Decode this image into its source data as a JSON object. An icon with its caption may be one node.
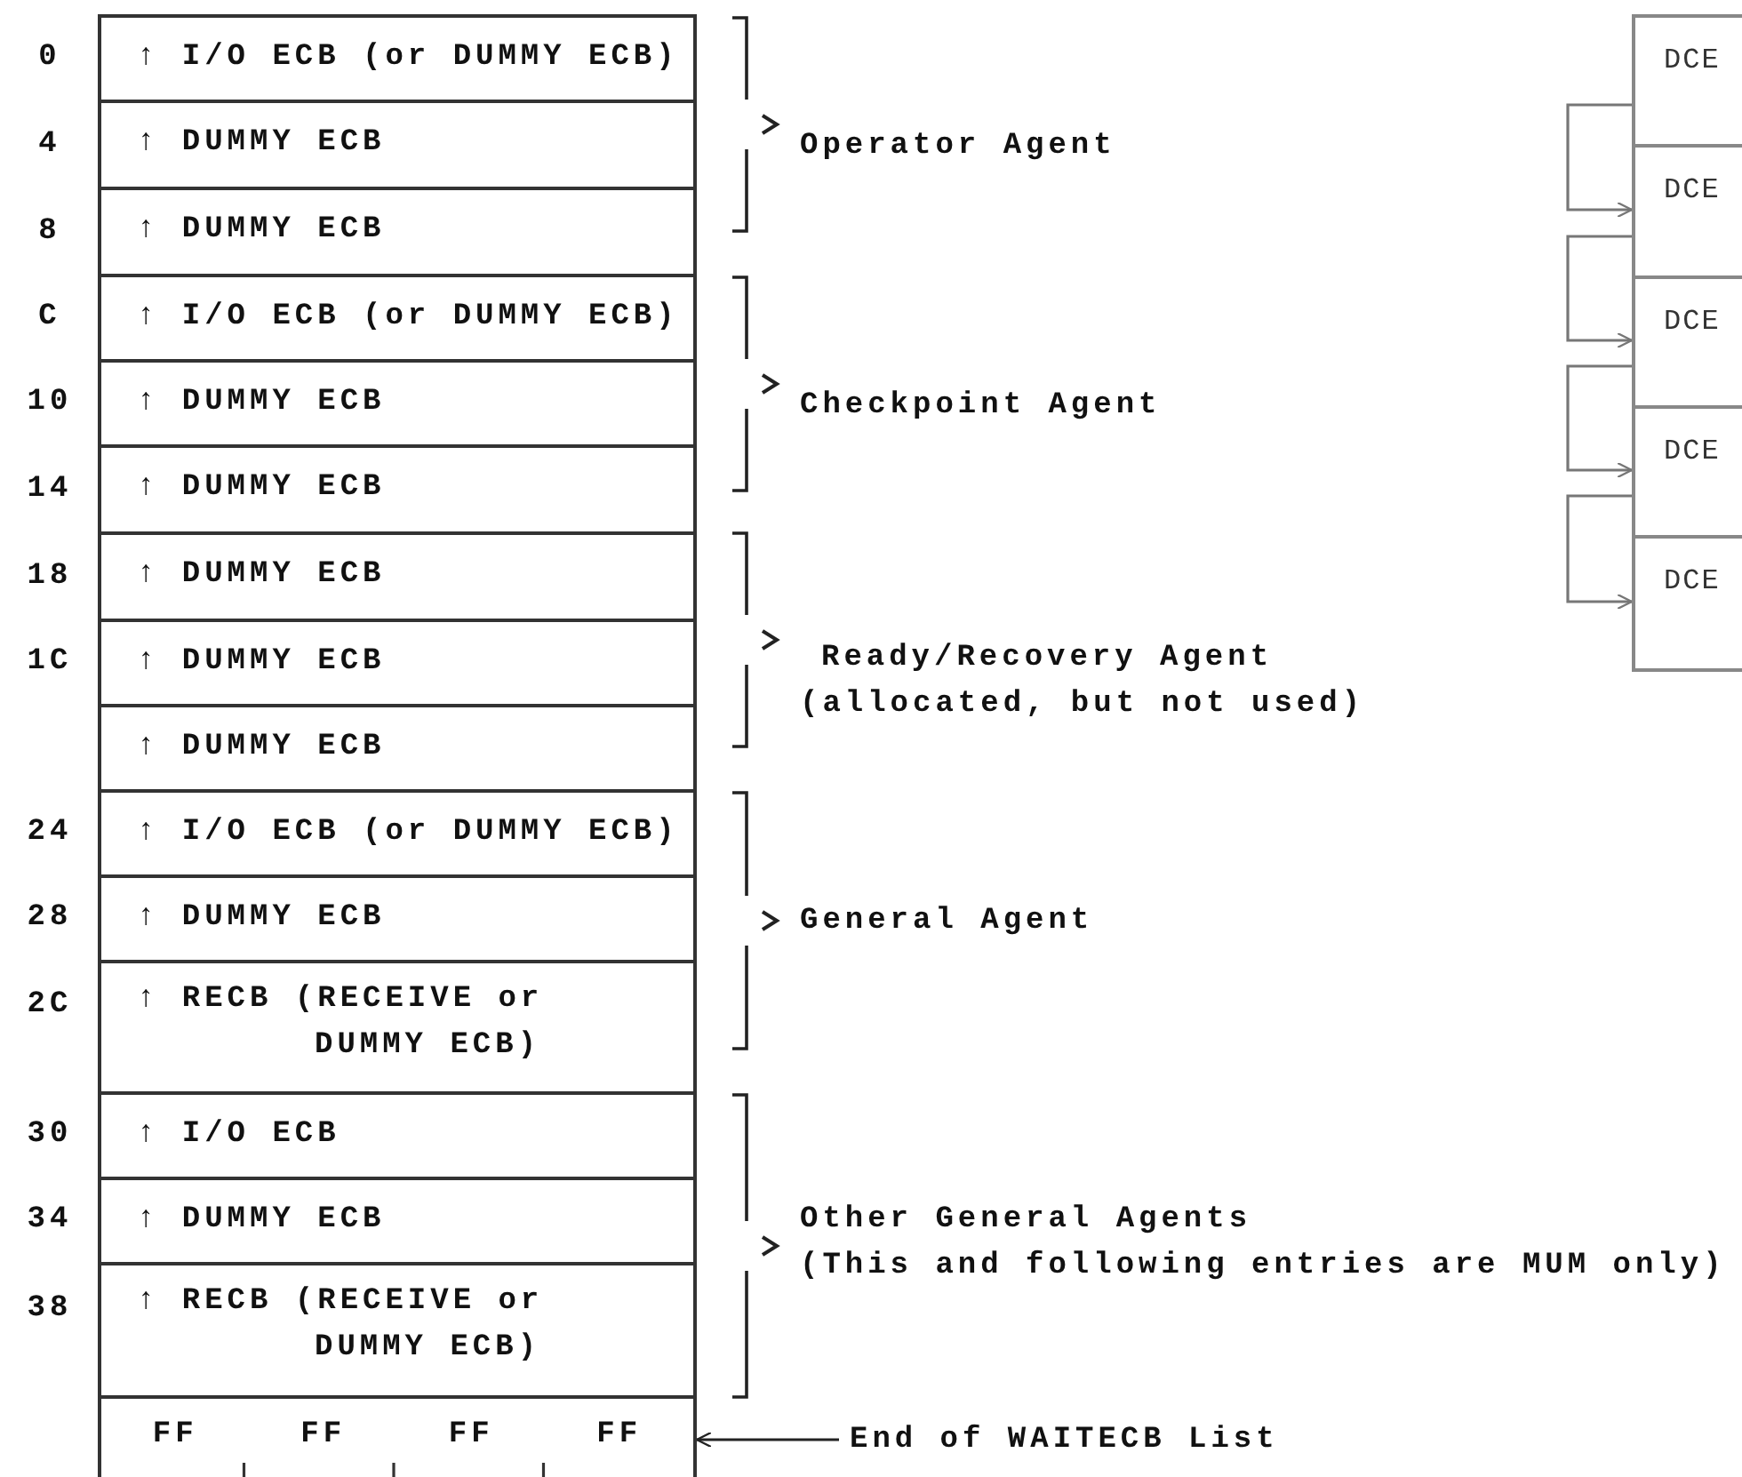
{
  "diagram": {
    "nodes": [
      {
        "text": [
          "↑ I/O ECB (or DUMMY ECB)"
        ],
        "beside": [
          "0"
        ]
      },
      {
        "text": [
          "↑ DUMMY ECB"
        ],
        "beside": [
          "4"
        ]
      },
      {
        "text": [
          "↑ DUMMY ECB"
        ],
        "beside": [
          "8"
        ]
      },
      {
        "text": [
          "↑ I/O ECB (or DUMMY ECB)"
        ],
        "beside": [
          "C"
        ]
      },
      {
        "text": [
          "↑ DUMMY ECB"
        ],
        "beside": [
          "10"
        ]
      },
      {
        "text": [
          "↑ DUMMY ECB"
        ],
        "beside": [
          "14"
        ]
      },
      {
        "text": [
          "↑ DUMMY ECB"
        ],
        "beside": [
          "18"
        ]
      },
      {
        "text": [
          "↑ DUMMY ECB"
        ],
        "beside": [
          "1C"
        ]
      },
      {
        "text": [
          "↑ DUMMY ECB"
        ]
      },
      {
        "text": [
          "↑ I/O ECB (or DUMMY ECB)"
        ],
        "beside": [
          "24"
        ]
      },
      {
        "text": [
          "↑ DUMMY ECB"
        ],
        "beside": [
          "28"
        ]
      },
      {
        "text": [
          "↑ RECB (RECEIVE or DUMMY ECB)"
        ],
        "beside": [
          "2C"
        ]
      },
      {
        "text": [
          "↑ I/O ECB"
        ],
        "beside": [
          "30"
        ]
      },
      {
        "text": [
          "↑ DUMMY ECB"
        ],
        "beside": [
          "34"
        ]
      },
      {
        "text": [
          "↑ RECB (RECEIVE or DUMMY ECB)"
        ],
        "beside": [
          "38"
        ]
      },
      {
        "text": [
          "FF",
          "FF",
          "FF",
          "FF"
        ]
      },
      {
        "text": [
          "End of WAITECB List"
        ]
      },
      {
        "text": [
          "DCE"
        ]
      },
      {
        "text": [
          "DCE"
        ]
      },
      {
        "text": [
          "DCE"
        ]
      },
      {
        "text": [
          "DCE"
        ]
      },
      {
        "text": [
          "DCE"
        ]
      }
    ],
    "edges": [
      {
        "from": 16,
        "to": 15,
        "arrow": "to"
      },
      {
        "from": 17,
        "to": 18,
        "arrow": "to",
        "color": "#777777"
      },
      {
        "from": 18,
        "to": 19,
        "arrow": "to",
        "color": "#777777"
      },
      {
        "from": 19,
        "to": 20,
        "arrow": "to",
        "color": "#777777"
      },
      {
        "from": 20,
        "to": 21,
        "arrow": "to",
        "color": "#777777"
      }
    ],
    "labels": [
      "Operator Agent",
      "Checkpoint Agent",
      "Ready/Recovery Agent",
      "(allocated, but not used)",
      "General Agent",
      "Other General Agents",
      "(This and following entries are MUM only)"
    ]
  }
}
